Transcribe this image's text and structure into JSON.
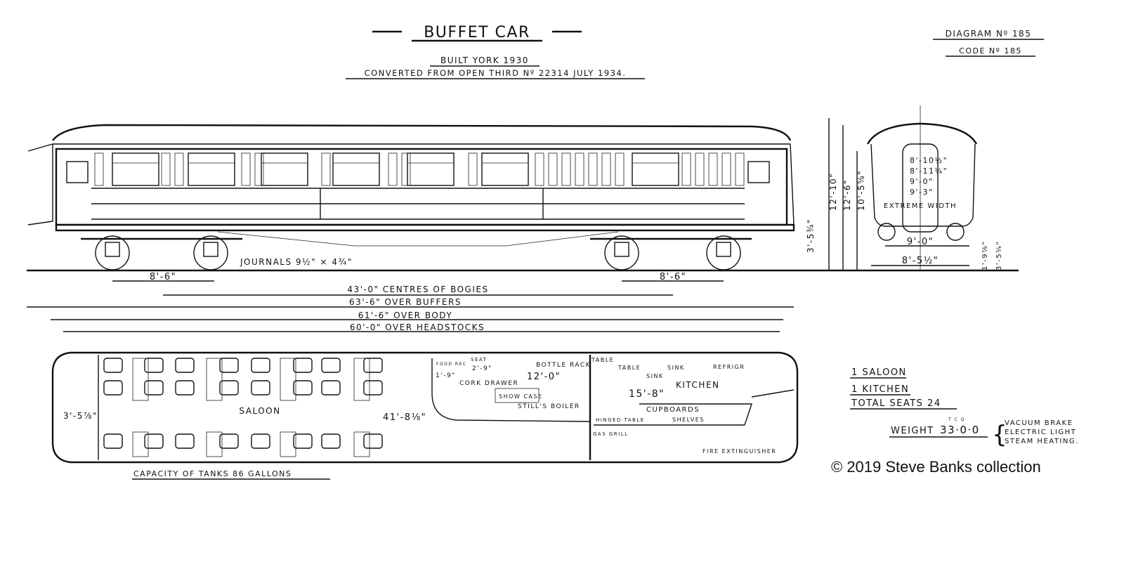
{
  "title": "BUFFET CAR",
  "subtitle": {
    "built": "BUILT YORK 1930",
    "converted": "CONVERTED FROM OPEN THIRD Nº 22314 JULY 1934."
  },
  "diagram": {
    "diagram_no": "DIAGRAM Nº 185",
    "code_no": "CODE Nº 185"
  },
  "elevation": {
    "journals": "JOURNALS 9½\" × 4¾\"",
    "bogie_wheelbase": "8'-6\"",
    "buffer_height": "3'-5¾\"",
    "heights": [
      "12'-10\"",
      "12'-6\"",
      "10'-5⅝\""
    ]
  },
  "dimensions": {
    "bogie_centres": "43'-0\" CENTRES OF BOGIES",
    "over_buffers": "63'-6\" OVER BUFFERS",
    "over_body": "61'-6\" OVER BODY",
    "over_headstocks": "60'-0\" OVER HEADSTOCKS"
  },
  "end_view": {
    "widths": [
      "8'-10½\"",
      "8'-11¼\"",
      "9'-0\"",
      "9'-3\""
    ],
    "extreme_width": "EXTREME WIDTH",
    "bogie_width": "9'-0\"",
    "track_width": "8'-5½\"",
    "step_heights": [
      "1'-9⅝\"",
      "3'-5¼\""
    ]
  },
  "plan": {
    "saloon": "SALOON",
    "saloon_length": "41'-8⅛\"",
    "end_dim": "3'-5⅞\"",
    "bar_length": "12'-0\"",
    "kitchen": "KITCHEN",
    "kitchen_length": "15'-8\"",
    "small_dims": [
      "1'-9\"",
      "2'-9\""
    ],
    "labels": [
      "BOTTLE RACK",
      "CORK DRAWER",
      "SHOW CASE",
      "STILL'S BOILER",
      "SEAT",
      "FOOD REC",
      "TABLE",
      "TABLE",
      "SINK",
      "SINK",
      "REFRIGR",
      "GAS GRILL",
      "HINGED TABLE",
      "CUPBOARDS",
      "SHELVES",
      "FIRE EXTINGUISHER"
    ],
    "tanks": "CAPACITY OF TANKS 86 GALLONS"
  },
  "summary": {
    "lines": [
      "1 SALOON",
      "1 KITCHEN",
      "TOTAL SEATS 24"
    ],
    "weight_label": "WEIGHT",
    "weight": "33·0·0",
    "weight_units": "T  C  Q",
    "equipment": [
      "VACUUM BRAKE",
      "ELECTRIC LIGHT",
      "STEAM HEATING."
    ]
  },
  "copyright": "© 2019 Steve Banks collection"
}
